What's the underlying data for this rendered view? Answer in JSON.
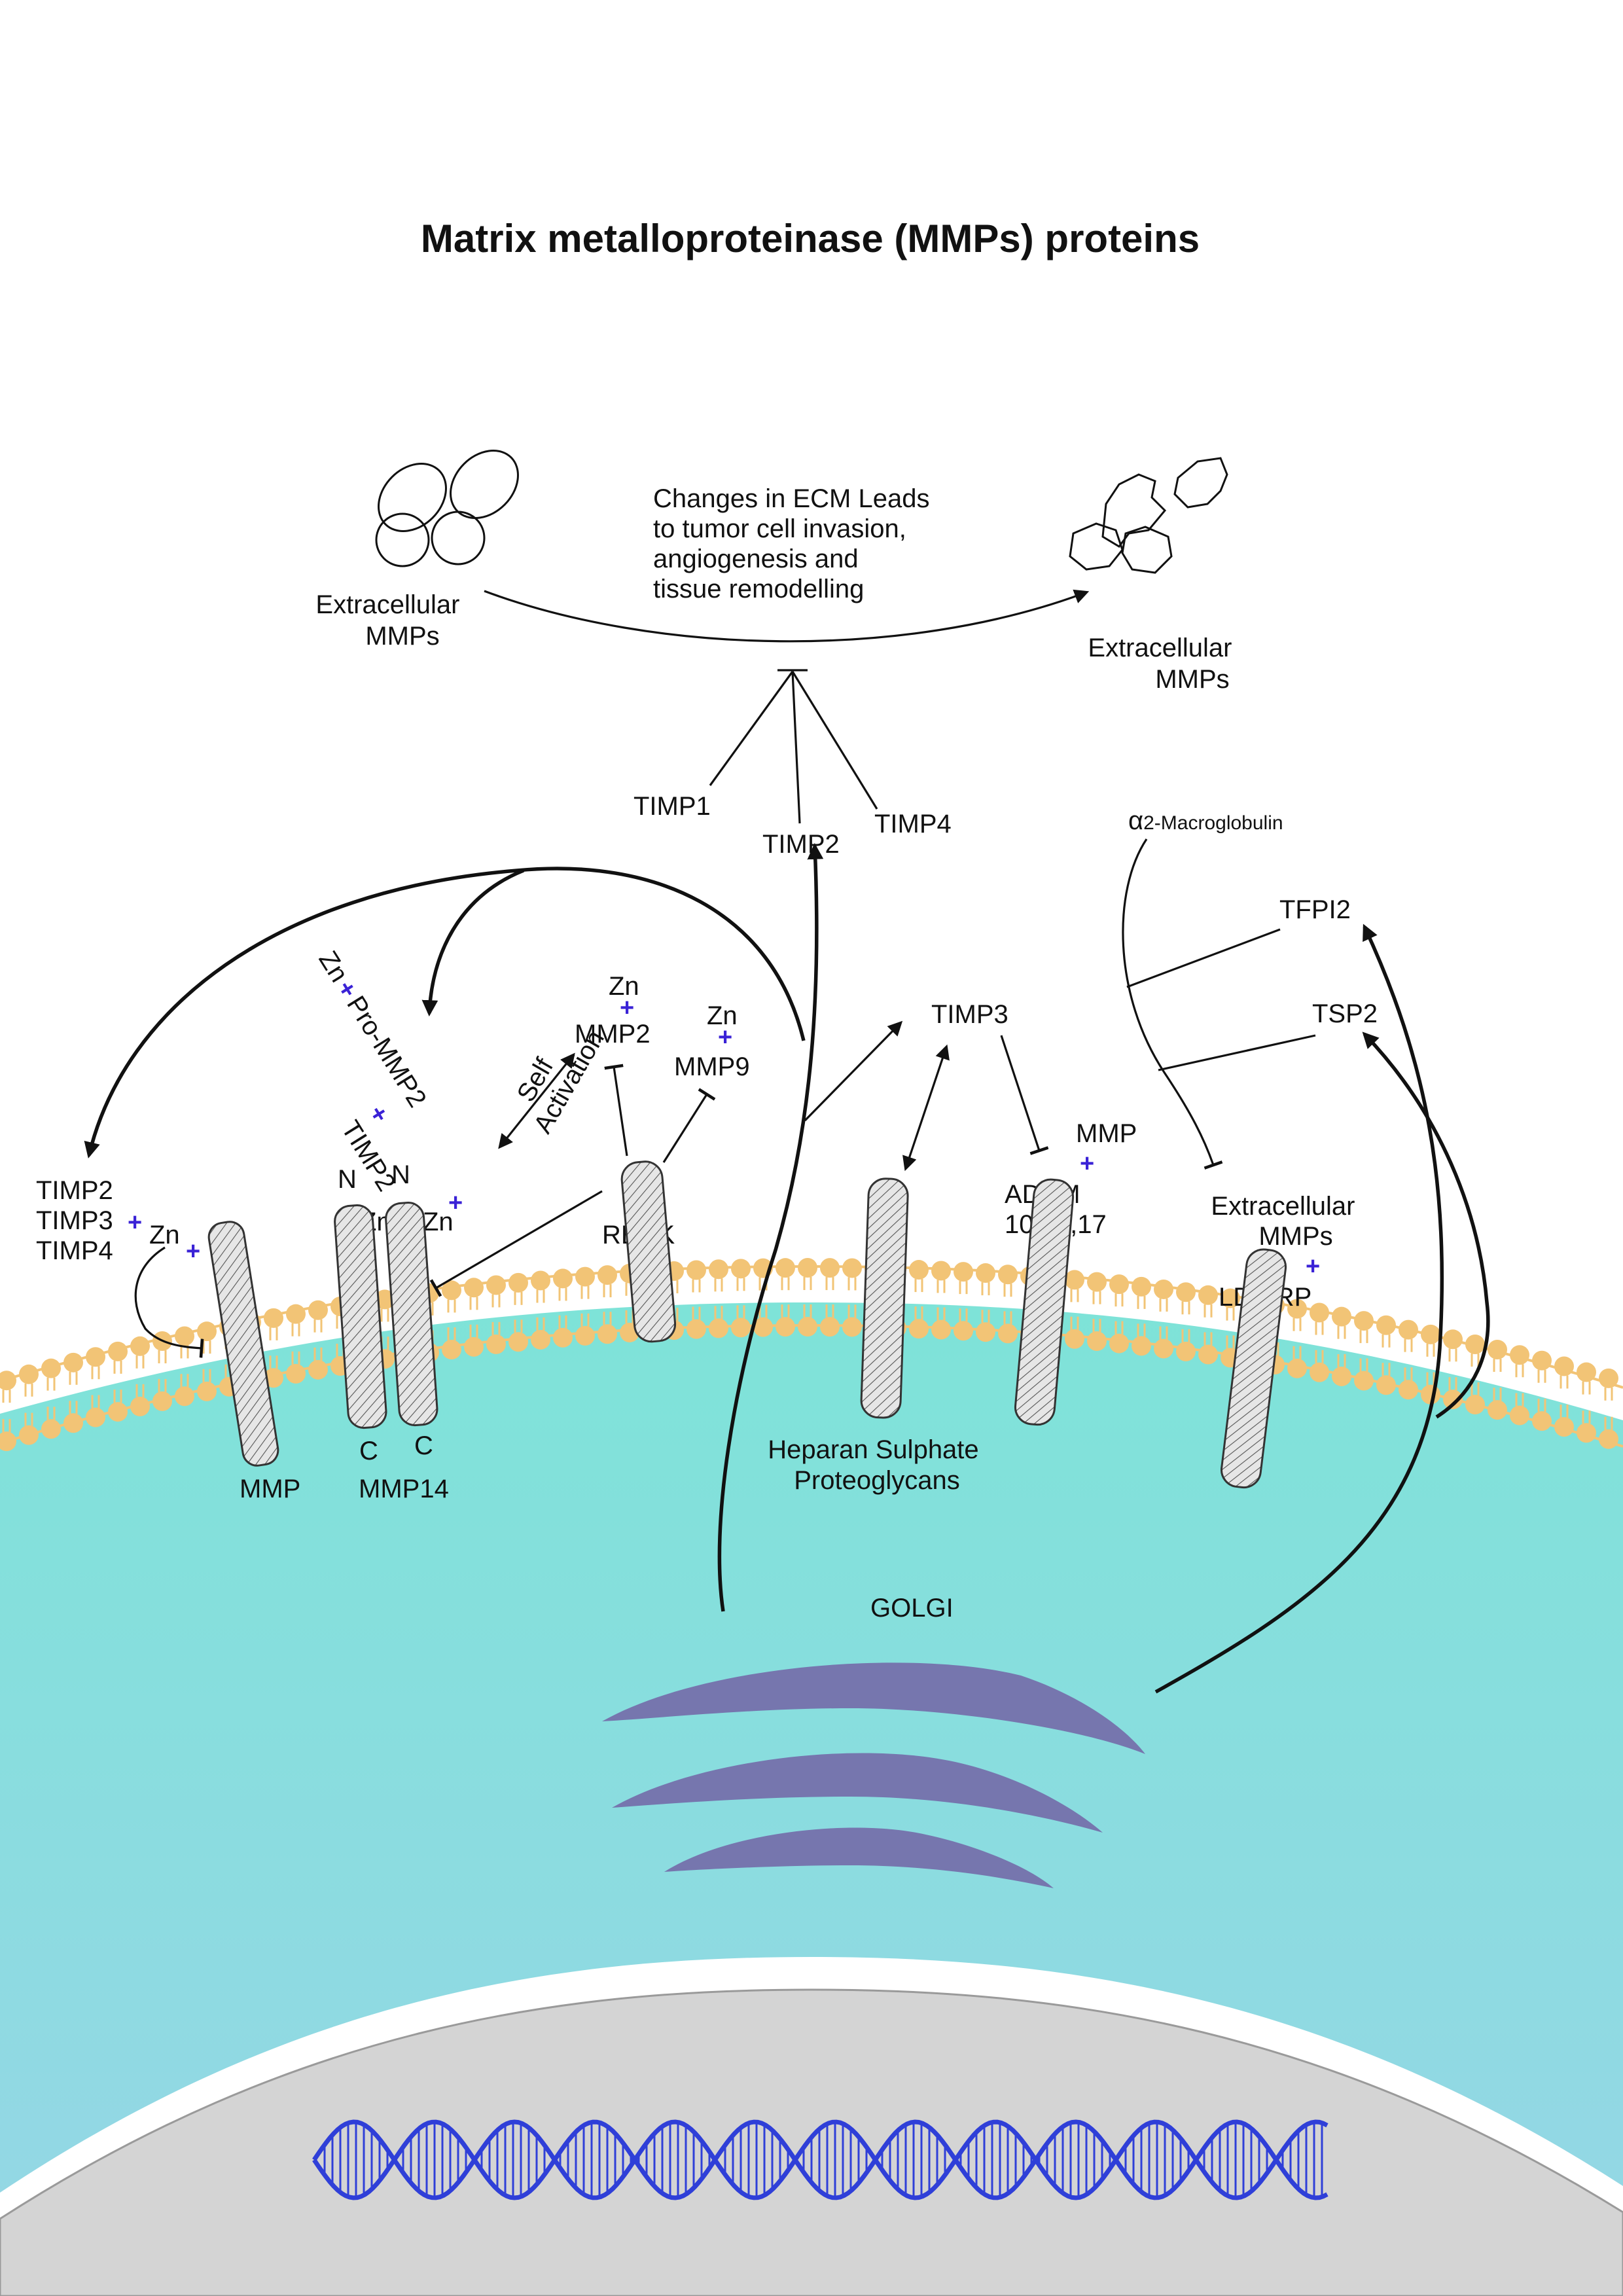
{
  "title": "Matrix metalloproteinase (MMPs) proteins",
  "ecm_text": [
    "Changes in ECM Leads",
    "to tumor cell invasion,",
    "angiogenesis and",
    "tissue remodelling"
  ],
  "extracellular_left": [
    "Extracellular",
    "MMPs"
  ],
  "extracellular_right": [
    "Extracellular",
    "MMPs"
  ],
  "timp1": "TIMP1",
  "timp2": "TIMP2",
  "timp4": "TIMP4",
  "timp3_top": "TIMP3",
  "alpha2_symbol": "α",
  "alpha2_text": "2-Macroglobulin",
  "tfpi2": "TFPI2",
  "tsp2": "TSP2",
  "promm_zn": "Zn",
  "pro_mmp2": "Pro-MMP2",
  "timp2_rot": "TIMP2",
  "self_activation": [
    "Self",
    "Activation"
  ],
  "zn_mmp2": "Zn",
  "mmp2": "MMP2",
  "zn_mmp9": "Zn",
  "mmp9": "MMP9",
  "timp_list": [
    "TIMP2",
    "TIMP3",
    "TIMP4"
  ],
  "zn_left": "Zn",
  "n_label": "N",
  "c_label": "C",
  "zn_mmp14": "Zn",
  "reck": "RECK",
  "mmp_top": "MMP",
  "adam": [
    "ADAM",
    "10,12,17"
  ],
  "extracellular_mid": [
    "Extracellular",
    "MMPs"
  ],
  "ldlrp": "LDL-RP",
  "mmp_bottom": "MMP",
  "mmp14": "MMP14",
  "heparan": [
    "Heparan Sulphate",
    "Proteoglycans"
  ],
  "golgi": "GOLGI",
  "plus_sign": "+",
  "colors": {
    "membrane_head": "#f2c476",
    "cytoplasm_top": "#7ee3d8",
    "cytoplasm_bottom": "#96d6e6",
    "golgi": "#7676ae",
    "nucleus": "#d4d4d4",
    "dna": "#2f3fd8",
    "plus": "#3a22d6"
  }
}
